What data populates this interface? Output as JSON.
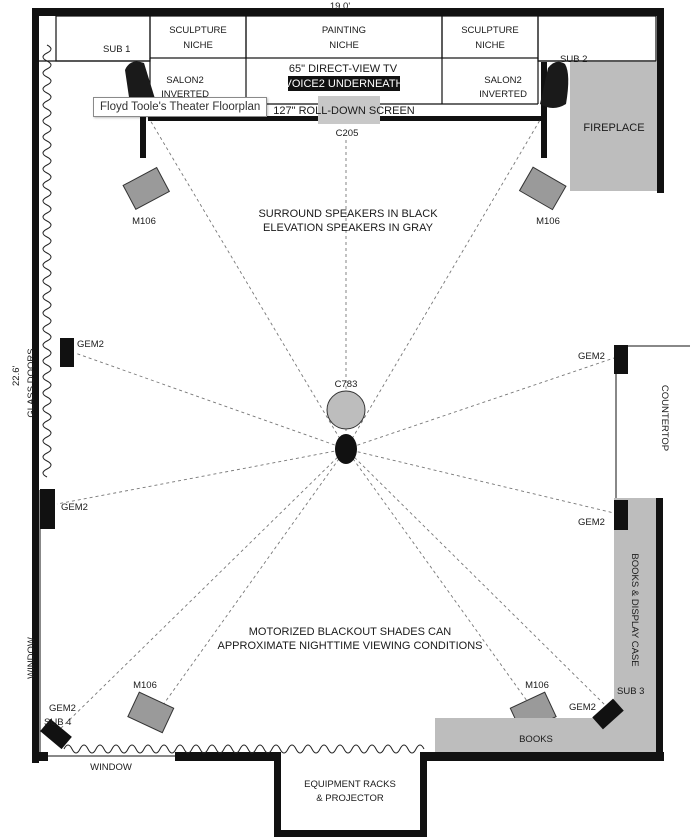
{
  "tooltip": "Floyd Toole's Theater Floorplan",
  "dimensions": {
    "width": "19.0'",
    "depth": "22.6'"
  },
  "front_wall": {
    "sub1": "SUB 1",
    "sub2": "SUB 2",
    "sculpture_left": [
      "SCULPTURE",
      "NICHE"
    ],
    "painting": [
      "PAINTING",
      "NICHE"
    ],
    "sculpture_right": [
      "SCULPTURE",
      "NICHE"
    ],
    "tv": "65\" DIRECT-VIEW TV",
    "voice_underneath": "VOICE2 UNDERNEATH",
    "screen": "127\" ROLL-DOWN SCREEN",
    "center_speaker": "C205",
    "salon_left": [
      "SALON2",
      "INVERTED"
    ],
    "salon_right": [
      "SALON2",
      "INVERTED"
    ]
  },
  "elevation_speakers": [
    "M106",
    "M106",
    "M106",
    "M106"
  ],
  "surround_speakers": [
    "GEM2",
    "GEM2",
    "GEM2",
    "GEM2",
    "GEM2",
    "GEM2"
  ],
  "subs_rear": [
    "SUB 3",
    "SUB 4"
  ],
  "overhead_speaker": "C783",
  "notes": {
    "speakers": [
      "SURROUND SPEAKERS IN BLACK",
      "ELEVATION SPEAKERS IN GRAY"
    ],
    "shades": [
      "MOTORIZED BLACKOUT SHADES CAN",
      "APPROXIMATE NIGHTTIME VIEWING CONDITIONS"
    ]
  },
  "room_features": {
    "fireplace": "FIREPLACE",
    "glass_doors": "GLASS DOORS",
    "window_left": "WINDOW",
    "window_bottom": "WINDOW",
    "countertop": "COUNTERTOP",
    "books_case": "BOOKS & DISPLAY CASE",
    "books": "BOOKS",
    "equipment": [
      "EQUIPMENT RACKS",
      "& PROJECTOR"
    ]
  },
  "colors": {
    "wall": "#111111",
    "gray_speaker": "#9a9a9a",
    "fireplace": "#bdbdbd",
    "dashed": "#777777"
  }
}
